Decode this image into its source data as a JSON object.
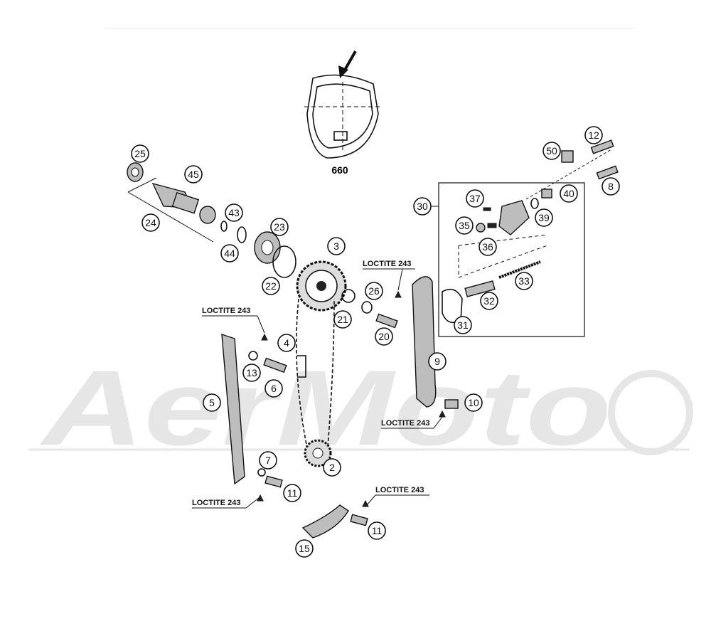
{
  "diagram": {
    "detail_label": "660",
    "watermark": "AerMoto",
    "loctite_label": "LOCTITE 243",
    "callouts": [
      "2",
      "3",
      "4",
      "5",
      "6",
      "7",
      "8",
      "9",
      "10",
      "11",
      "11",
      "12",
      "13",
      "15",
      "20",
      "21",
      "22",
      "23",
      "24",
      "25",
      "26",
      "30",
      "31",
      "32",
      "33",
      "35",
      "36",
      "37",
      "39",
      "40",
      "43",
      "44",
      "45",
      "50"
    ]
  }
}
